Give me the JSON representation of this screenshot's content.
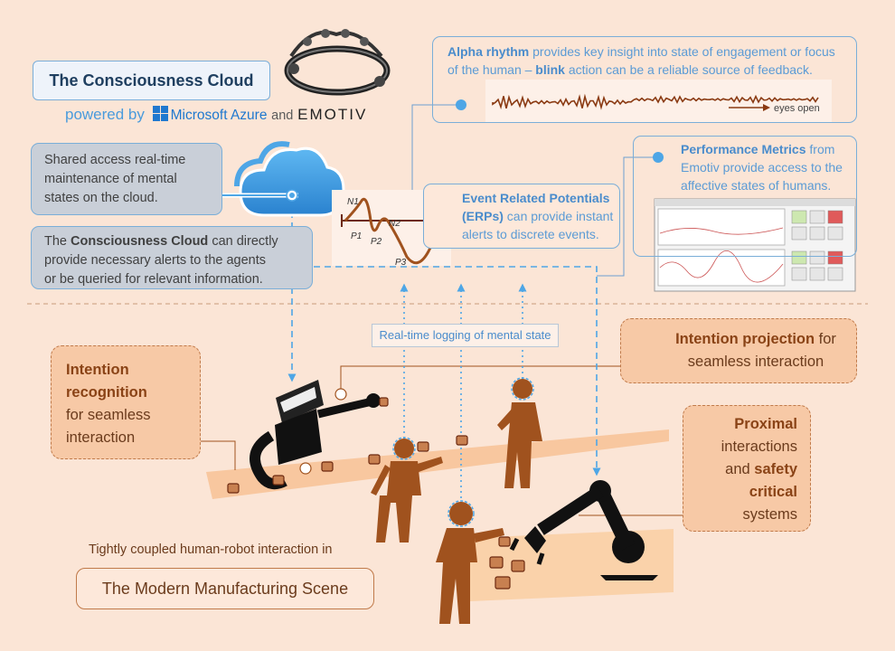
{
  "title": "The Consciousness Cloud",
  "powered": {
    "prefix": "powered by",
    "microsoft": "Microsoft Azure",
    "and": "and",
    "emotiv": "EMOTIV"
  },
  "shared_access": {
    "lines": [
      "Shared access real-time",
      "maintenance of mental",
      "states on the cloud."
    ]
  },
  "cloud_alerts": {
    "line1_pre": "The ",
    "line1_bold": "Consciousness Cloud",
    "line1_post": " can directly",
    "line2": "provide necessary alerts to the agents",
    "line3": "or be queried for relevant information."
  },
  "alpha": {
    "bold1": "Alpha rhythm",
    "text1": " provides key insight into state of engagement or focus",
    "text2_pre": "of the human – ",
    "bold2": "blink",
    "text2_post": " action can be a reliable source of feedback.",
    "eyes_label": "eyes open"
  },
  "performance": {
    "bold": "Performance Metrics",
    "text1": " from",
    "line2": "Emotiv provide access to the",
    "line3": "affective states of humans."
  },
  "erp": {
    "line1": "Event Related Potentials",
    "line2_bold": "(ERPs)",
    "line2_post": " can provide instant",
    "line3": "alerts to discrete events.",
    "labels": [
      "N1",
      "P1",
      "N2",
      "P2",
      "P3"
    ]
  },
  "realtime_logging": "Real-time logging of mental state",
  "intention_recognition": {
    "bold1": "Intention",
    "bold2": "recognition",
    "line3": "for seamless",
    "line4": "interaction"
  },
  "intention_projection": {
    "bold": "Intention projection",
    "post": " for",
    "line2": "seamless interaction"
  },
  "proximal": {
    "bold1": "Proximal",
    "line2": "interactions",
    "line3_pre": "and ",
    "line3_bold": "safety",
    "line4_bold": "critical",
    "line5": "systems"
  },
  "tightly": "Tightly coupled human-robot interaction in",
  "manufacturing": "The Modern Manufacturing Scene",
  "colors": {
    "background": "#fbe5d6",
    "accent_blue": "#5b9bd5",
    "robot_brown": "#a0521e",
    "box_orange": "#f7c9a6",
    "cloud_blue": "#4ea6e6"
  }
}
